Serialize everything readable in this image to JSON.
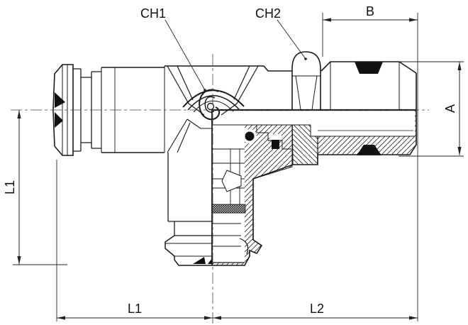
{
  "drawing": {
    "background": "#ffffff",
    "line_color": "#1a1a1a",
    "labels": {
      "ch1": "CH1",
      "ch2": "CH2",
      "b": "B",
      "a": "A",
      "l1_side": "L1",
      "l1_bottom": "L1",
      "l2": "L2"
    }
  }
}
